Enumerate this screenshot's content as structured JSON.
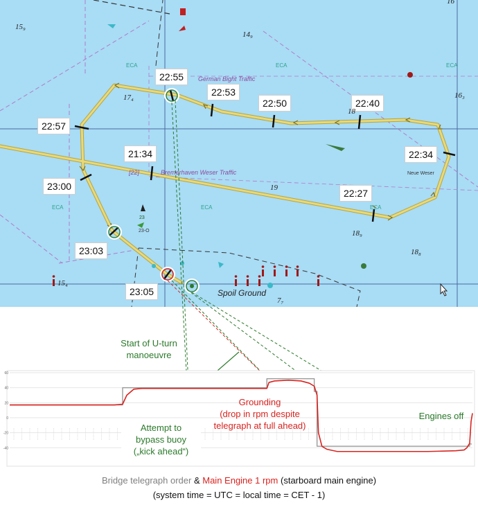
{
  "map": {
    "time_labels": [
      {
        "id": "2255",
        "text": "22:55"
      },
      {
        "id": "2253",
        "text": "22:53"
      },
      {
        "id": "2250",
        "text": "22:50"
      },
      {
        "id": "2240",
        "text": "22:40"
      },
      {
        "id": "2257",
        "text": "22:57"
      },
      {
        "id": "2234",
        "text": "22:34"
      },
      {
        "id": "2134",
        "text": "21:34"
      },
      {
        "id": "2300",
        "text": "23:00"
      },
      {
        "id": "2227",
        "text": "22:27"
      },
      {
        "id": "2303",
        "text": "23:03"
      },
      {
        "id": "2305",
        "text": "23:05"
      }
    ],
    "depths": [
      {
        "id": "d15_9",
        "text": "15₉"
      },
      {
        "id": "d14_9",
        "text": "14₉"
      },
      {
        "id": "d17_4",
        "text": "17₄"
      },
      {
        "id": "d16_3",
        "text": "16₃"
      },
      {
        "id": "d18",
        "text": "18"
      },
      {
        "id": "d19",
        "text": "19"
      },
      {
        "id": "d18_9",
        "text": "18₉"
      },
      {
        "id": "d18_8",
        "text": "18₈"
      },
      {
        "id": "d15_4",
        "text": "15₄"
      },
      {
        "id": "d7_7",
        "text": "7₇"
      },
      {
        "id": "d16_top",
        "text": "16"
      }
    ],
    "eca_labels": [
      "ECA",
      "ECA",
      "ECA",
      "ECA",
      "ECA",
      "ECA"
    ],
    "lanes": {
      "german_bight": "German Bight Traffic",
      "bremerhaven": "Bremerhaven Weser Traffic",
      "lane_22": "[22]"
    },
    "places": {
      "spoil_ground": "Spoil Ground",
      "neue_weser": "Neue Weser"
    },
    "buoy_marks": [
      "23",
      "23-O"
    ]
  },
  "annotations": {
    "uturn": "Start of U-turn\nmanoeuvre",
    "grounding": "Grounding\n(drop in rpm despite\ntelegraph at full ahead)",
    "engines_off": "Engines off",
    "bypass": "Attempt to\nbypass buoy\n(„kick ahead“)"
  },
  "caption": {
    "part1": "Bridge telegraph order",
    "amp": "&",
    "part2": "Main Engine 1 rpm",
    "part3": "(starboard main engine)",
    "line2": "(system time = UTC = local time = CET - 1)"
  },
  "colors": {
    "sea": "#a9dcf5",
    "track": "#e9d97a",
    "rpm": "#d8231f",
    "telegraph": "#9a9a9a",
    "annotation_green": "#2b7a2b",
    "lane": "#b07cc6"
  },
  "chart_data": {
    "type": "line",
    "title": "",
    "xlabel": "",
    "ylabel": "",
    "ylim": [
      -60,
      60
    ],
    "yticks": [
      -40,
      -20,
      0,
      20,
      40,
      60
    ],
    "series": [
      {
        "name": "Bridge telegraph order",
        "color": "#9a9a9a",
        "points": [
          [
            0,
            17
          ],
          [
            162,
            17
          ],
          [
            162,
            40
          ],
          [
            369,
            40
          ],
          [
            369,
            52
          ],
          [
            437,
            52
          ],
          [
            437,
            35
          ],
          [
            441,
            35
          ],
          [
            441,
            -38
          ],
          [
            642,
            -38
          ],
          [
            642,
            -38
          ],
          [
            660,
            -38
          ],
          [
            660,
            -35
          ],
          [
            663,
            -35
          ]
        ]
      },
      {
        "name": "Main Engine 1 rpm",
        "color": "#d8231f",
        "points": [
          [
            0,
            17
          ],
          [
            150,
            17
          ],
          [
            162,
            18
          ],
          [
            168,
            30
          ],
          [
            178,
            38
          ],
          [
            190,
            39
          ],
          [
            270,
            39
          ],
          [
            369,
            39
          ],
          [
            372,
            47
          ],
          [
            380,
            49
          ],
          [
            400,
            50
          ],
          [
            418,
            49
          ],
          [
            430,
            46
          ],
          [
            437,
            42
          ],
          [
            441,
            30
          ],
          [
            443,
            -20
          ],
          [
            448,
            -38
          ],
          [
            455,
            -42
          ],
          [
            470,
            -45
          ],
          [
            500,
            -45
          ],
          [
            560,
            -45
          ],
          [
            600,
            -45
          ],
          [
            640,
            -44
          ],
          [
            652,
            -43
          ],
          [
            656,
            -40
          ],
          [
            660,
            -34
          ],
          [
            662,
            -5
          ],
          [
            664,
            6
          ]
        ]
      }
    ]
  }
}
